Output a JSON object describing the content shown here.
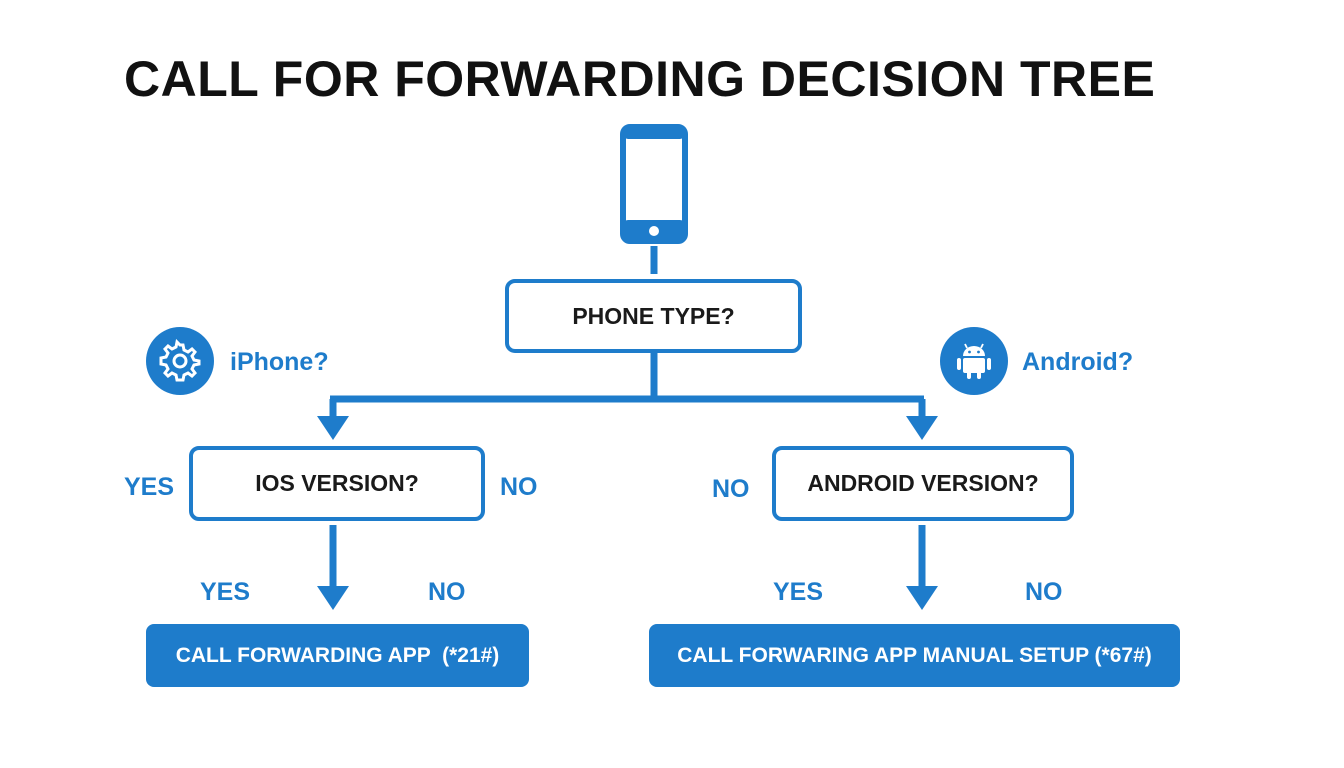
{
  "title": "CALL FOR FORWARDING DECISION TREE",
  "colors": {
    "accent": "#1e7ccb",
    "text": "#1a1a1a",
    "background": "#ffffff"
  },
  "root": {
    "icon": "smartphone-icon",
    "label": "PHONE TYPE?"
  },
  "branches": {
    "iphone": {
      "icon": "gear-icon",
      "label": "iPhone?"
    },
    "android": {
      "icon": "android-icon",
      "label": "Android?"
    }
  },
  "ios_node": {
    "label": "IOS VERSION?",
    "left_label": "YES",
    "right_label": "NO"
  },
  "android_node": {
    "label": "ANDROID VERSION?",
    "left_label": "NO"
  },
  "ios_branch_labels": {
    "yes": "YES",
    "no": "NO"
  },
  "android_branch_labels": {
    "yes": "YES",
    "no": "NO"
  },
  "results": {
    "ios": "CALL FORWARDING APP  (*21#)",
    "android": "CALL FORWARING APP MANUAL SETUP (*67#)"
  }
}
